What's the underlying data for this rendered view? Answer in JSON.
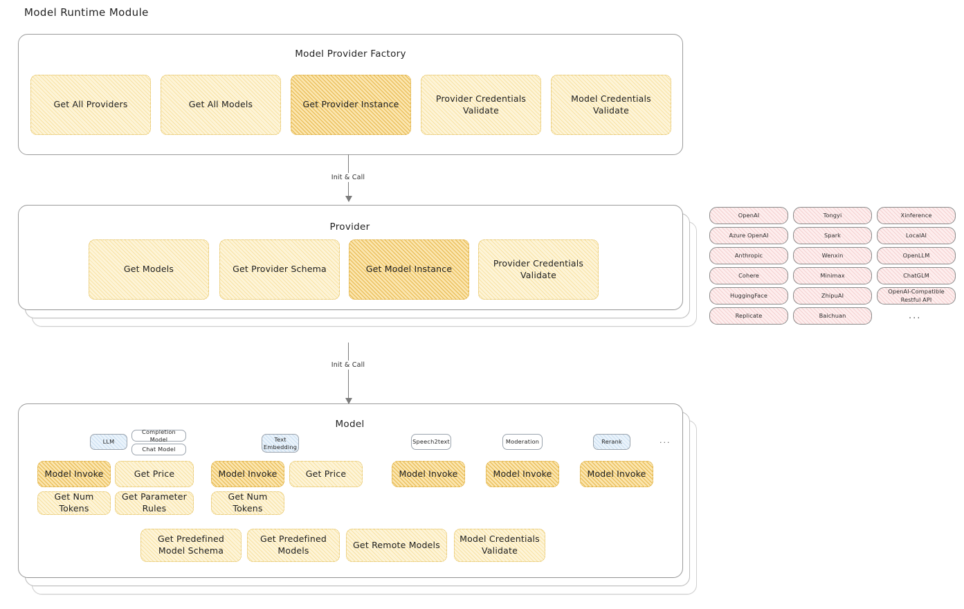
{
  "page": {
    "title": "Model Runtime Module"
  },
  "factory": {
    "title": "Model Provider Factory",
    "nodes": [
      {
        "label": "Get All Providers",
        "highlight": false
      },
      {
        "label": "Get All Models",
        "highlight": false
      },
      {
        "label": "Get Provider Instance",
        "highlight": true
      },
      {
        "label": "Provider Credentials Validate",
        "highlight": false
      },
      {
        "label": "Model Credentials Validate",
        "highlight": false
      }
    ]
  },
  "connector1": {
    "label": "Init & Call"
  },
  "connector2": {
    "label": "Init & Call"
  },
  "provider": {
    "title": "Provider",
    "nodes": [
      {
        "label": "Get Models",
        "highlight": false
      },
      {
        "label": "Get Provider Schema",
        "highlight": false
      },
      {
        "label": "Get Model Instance",
        "highlight": true
      },
      {
        "label": "Provider Credentials Validate",
        "highlight": false
      }
    ]
  },
  "provider_list": {
    "ellipsis": "...",
    "columns": [
      {
        "items": [
          "OpenAI",
          "Azure OpenAI",
          "Anthropic",
          "Cohere",
          "HuggingFace",
          "Replicate"
        ]
      },
      {
        "items": [
          "Tongyi",
          "Spark",
          "Wenxin",
          "Minimax",
          "ZhipuAI",
          "Baichuan"
        ]
      },
      {
        "items": [
          "Xinference",
          "LocalAI",
          "OpenLLM",
          "ChatGLM",
          "OpenAI-Compatible Restful API"
        ]
      }
    ]
  },
  "model": {
    "title": "Model",
    "ellipsis": "...",
    "types": [
      {
        "name": "LLM",
        "style": "blue",
        "sublabels": [
          "Completion Model",
          "Chat Model"
        ]
      },
      {
        "name": "Text Embedding",
        "style": "blue",
        "sublabels": []
      },
      {
        "name": "Speech2text",
        "style": "plain",
        "sublabels": []
      },
      {
        "name": "Moderation",
        "style": "plain",
        "sublabels": []
      },
      {
        "name": "Rerank",
        "style": "blue",
        "sublabels": []
      }
    ],
    "llm_ops": [
      {
        "label": "Model Invoke",
        "highlight": true
      },
      {
        "label": "Get Price",
        "highlight": false
      },
      {
        "label": "Get Num Tokens",
        "highlight": false
      },
      {
        "label": "Get Parameter Rules",
        "highlight": false
      }
    ],
    "embedding_ops": [
      {
        "label": "Model Invoke",
        "highlight": true
      },
      {
        "label": "Get Price",
        "highlight": false
      },
      {
        "label": "Get Num Tokens",
        "highlight": false
      }
    ],
    "speech_ops": [
      {
        "label": "Model Invoke",
        "highlight": true
      }
    ],
    "moderation_ops": [
      {
        "label": "Model Invoke",
        "highlight": true
      }
    ],
    "rerank_ops": [
      {
        "label": "Model Invoke",
        "highlight": true
      }
    ],
    "common_ops": [
      {
        "label": "Get Predefined Model Schema"
      },
      {
        "label": "Get Predefined Models"
      },
      {
        "label": "Get Remote Models"
      },
      {
        "label": "Model Credentials Validate"
      }
    ]
  }
}
